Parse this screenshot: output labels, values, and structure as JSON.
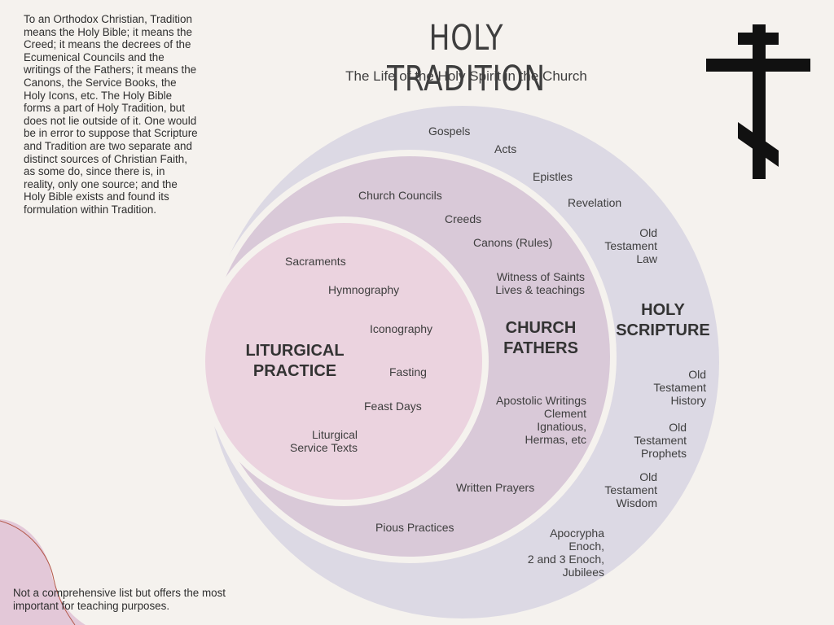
{
  "header": {
    "title": "HOLY TRADITION",
    "subtitle": "The Life of the Holy Spirit in the Church"
  },
  "intro_text": "To an Orthodox Christian, Tradition means the Holy Bible; it means the Creed; it means the decrees of the Ecumenical Councils and the writings of the Fathers; it means the Canons, the Service Books, the Holy Icons, etc. The Holy Bible forms a part of Holy Tradition, but does not lie outside of it. One would be in error to suppose that Scripture and Tradition are two separate and distinct sources of Christian Faith, as some do, since there is, in reality, only one source; and the Holy Bible exists and found its formulation within Tradition.",
  "footnote": "Not a comprehensive list but offers the most important for teaching purposes.",
  "colors": {
    "background": "#f5f2ee",
    "outer_circle": "#dcd9e4",
    "middle_circle": "#d9c9d8",
    "inner_circle": "#ebd3df",
    "ring_border": "#f5f2ee",
    "cross": "#111111",
    "corner_blob": "#e3c8d8"
  },
  "icons": {
    "cross": "orthodox-cross-icon"
  },
  "scripture": {
    "heading_1": "HOLY",
    "heading_2": "SCRIPTURE",
    "gospels": "Gospels",
    "acts": "Acts",
    "epistles": "Epistles",
    "revelation": "Revelation",
    "ot_law": [
      "Old",
      "Testament",
      "Law"
    ],
    "ot_history": [
      "Old",
      "Testament",
      "History"
    ],
    "ot_prophets": [
      "Old",
      "Testament",
      "Prophets"
    ],
    "ot_wisdom": [
      "Old",
      "Testament",
      "Wisdom"
    ],
    "apocrypha": [
      "Apocrypha",
      "Enoch,",
      "2 and 3 Enoch,",
      "Jubilees"
    ]
  },
  "fathers": {
    "heading_1": "CHURCH",
    "heading_2": "FATHERS",
    "councils": "Church Councils",
    "creeds": "Creeds",
    "canons": "Canons (Rules)",
    "saints": [
      "Witness of Saints",
      "Lives & teachings"
    ],
    "apostolic": [
      "Apostolic Writings",
      "Clement",
      "Ignatious,",
      "Hermas, etc"
    ],
    "prayers": "Written Prayers",
    "pious": "Pious Practices"
  },
  "liturgical": {
    "heading_1": "LITURGICAL",
    "heading_2": "PRACTICE",
    "sacraments": "Sacraments",
    "hymnography": "Hymnography",
    "iconography": "Iconography",
    "fasting": "Fasting",
    "feast_days": "Feast Days",
    "service_texts": [
      "Liturgical",
      "Service Texts"
    ]
  }
}
